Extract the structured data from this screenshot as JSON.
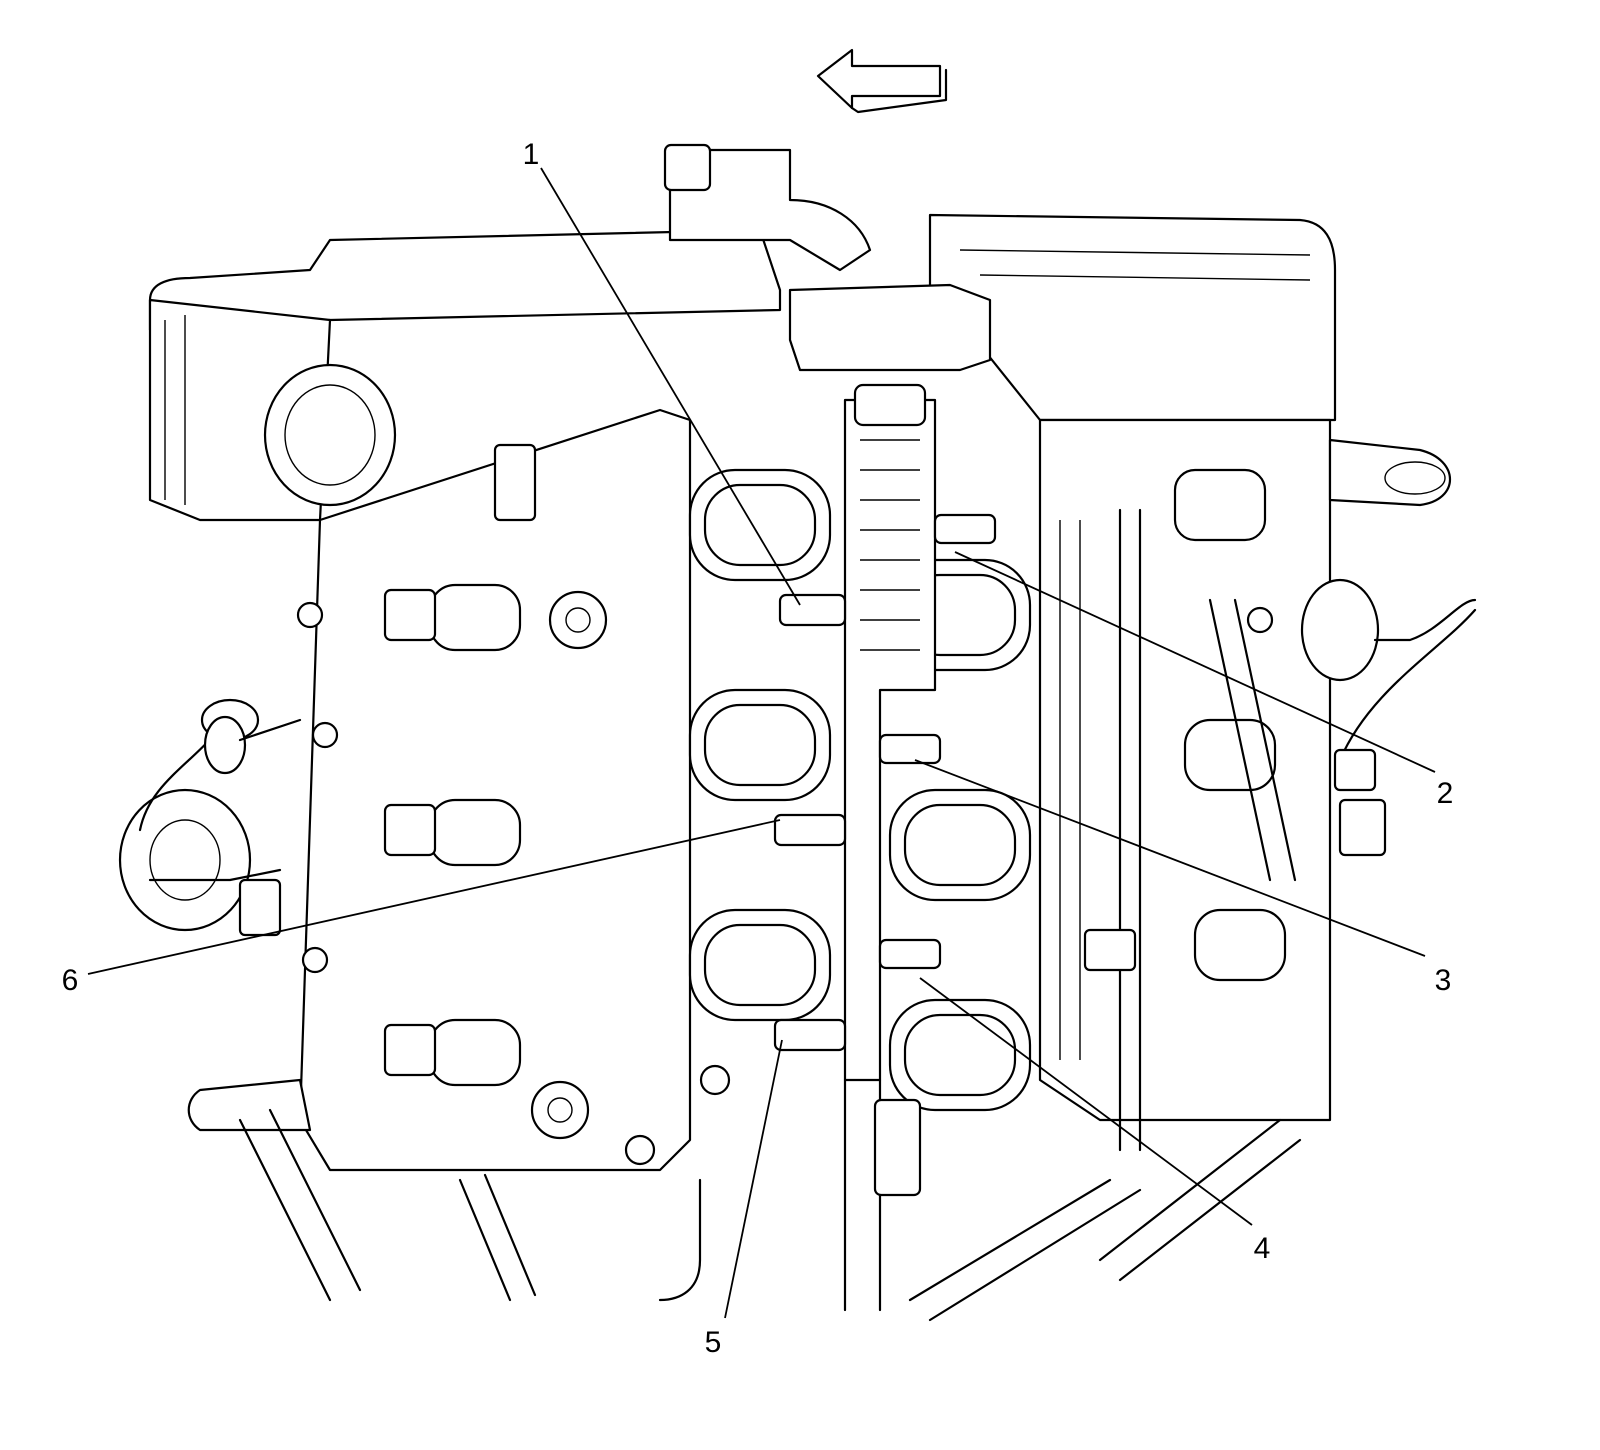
{
  "callouts": [
    {
      "label": "1"
    },
    {
      "label": "2"
    },
    {
      "label": "3"
    },
    {
      "label": "4"
    },
    {
      "label": "5"
    },
    {
      "label": "6"
    }
  ],
  "colors": {
    "line": "#000000",
    "background": "#ffffff"
  },
  "icons": {
    "direction_arrow": "left-arrow-icon"
  }
}
